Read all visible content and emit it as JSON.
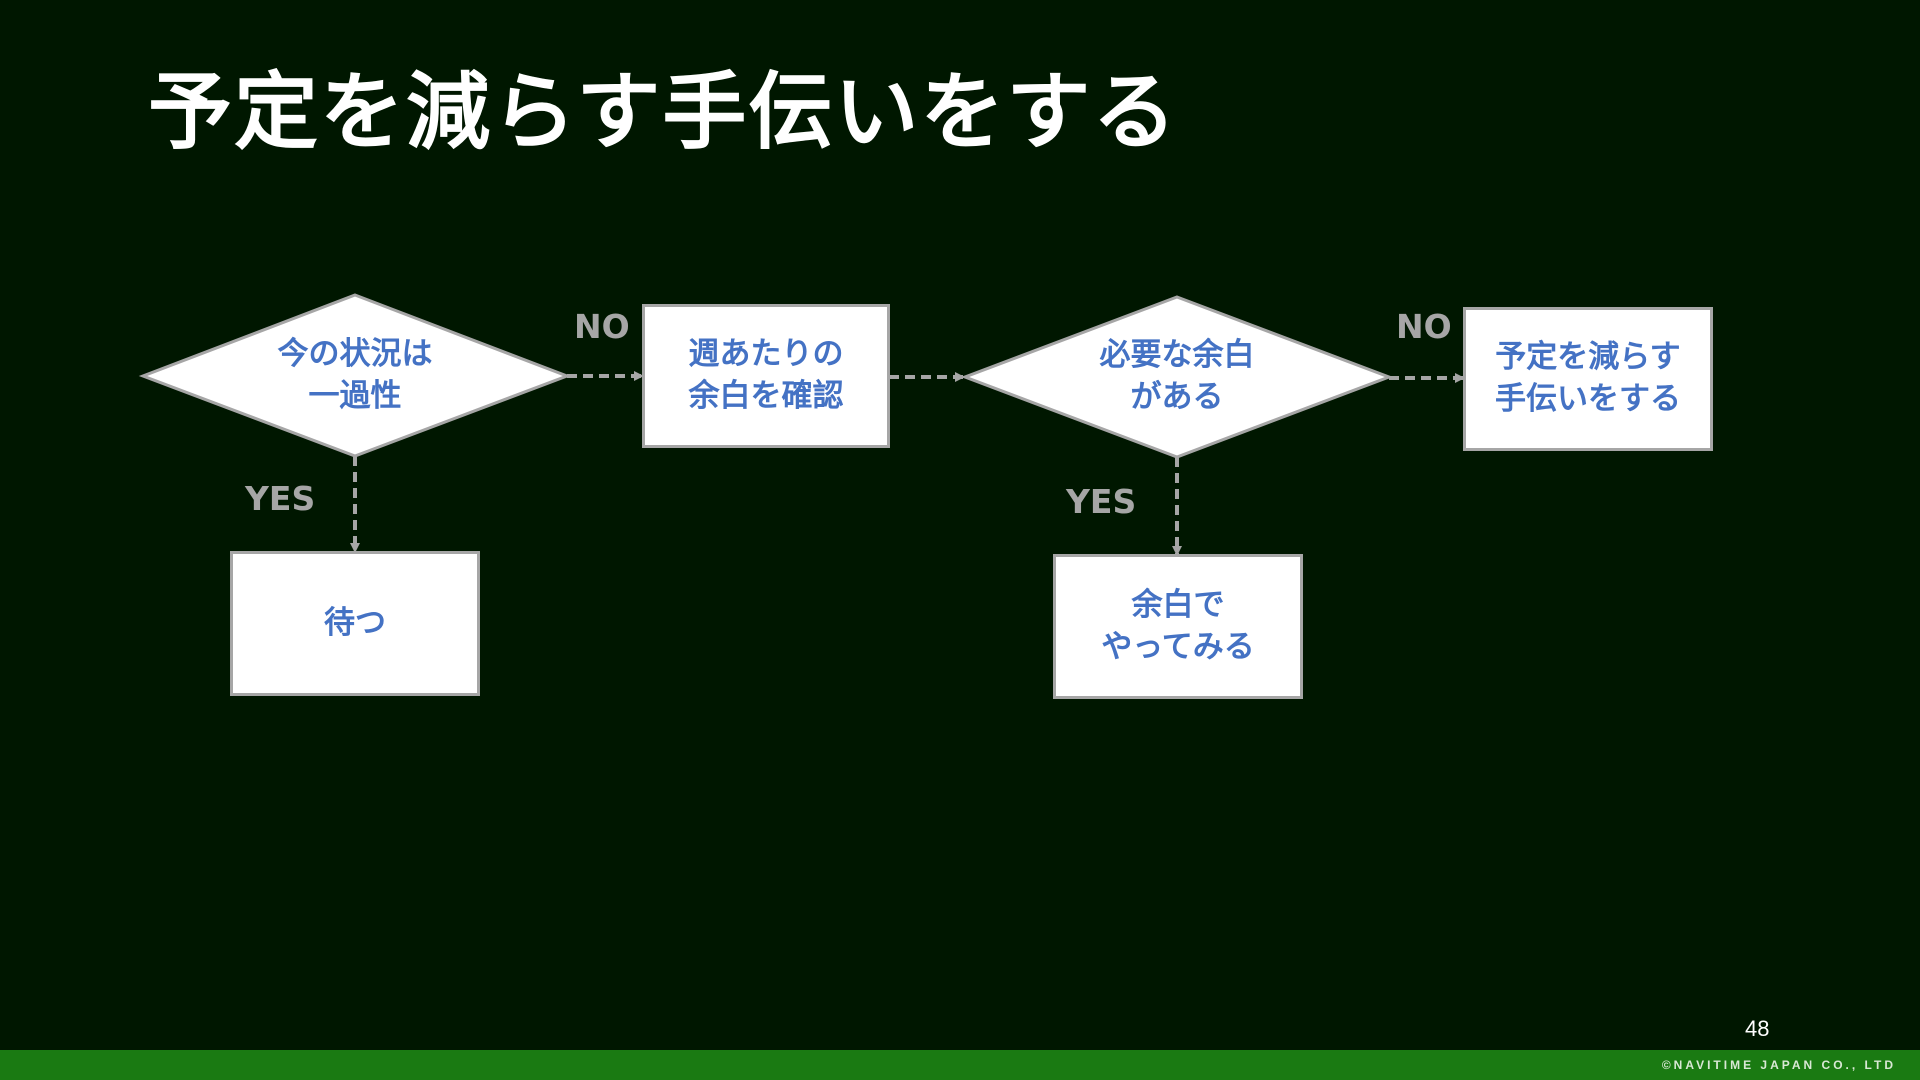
{
  "slide": {
    "title": "予定を減らす手伝いをする",
    "page_number": "48",
    "copyright": "©NAVITIME JAPAN CO., LTD",
    "colors": {
      "background": "#001700",
      "footer": "#1a7a12",
      "node_text": "#4472c4",
      "edge": "#a6a6a6"
    }
  },
  "flow": {
    "decision1": "今の状況は\n一過性",
    "wait": "待つ",
    "check_margin": "週あたりの\n余白を確認",
    "decision2": "必要な余白\nがある",
    "try_margin": "余白で\nやってみる",
    "reduce_plans": "予定を減らす\n手伝いをする"
  },
  "labels": {
    "no1": "NO",
    "yes1": "YES",
    "no2": "NO",
    "yes2": "YES"
  }
}
